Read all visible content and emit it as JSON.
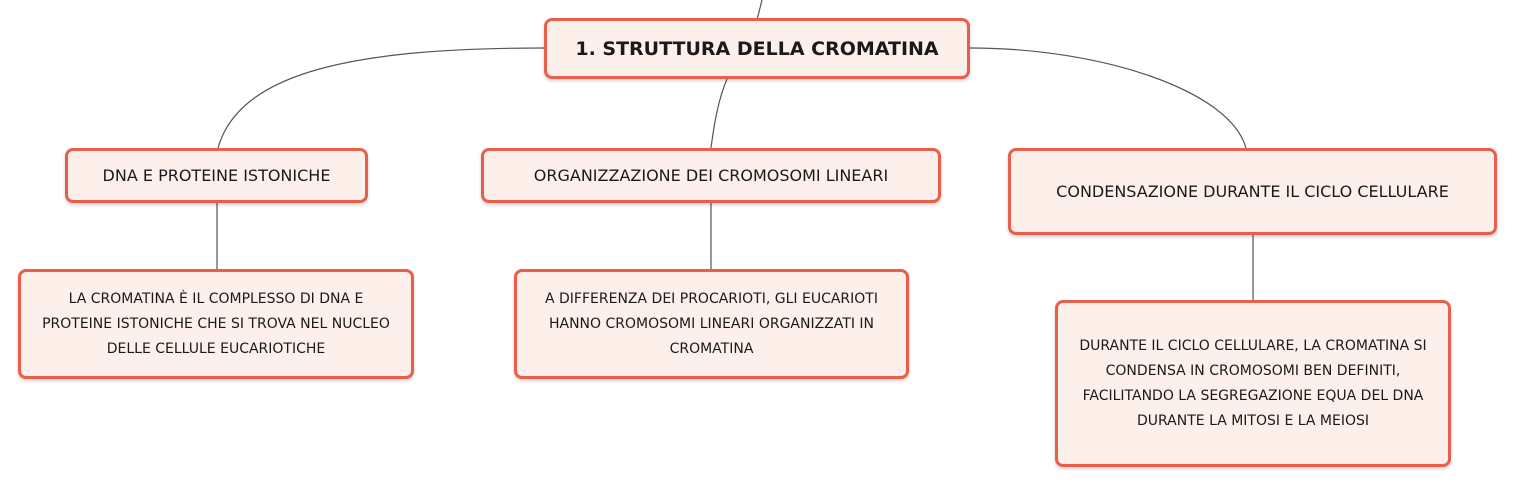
{
  "map": {
    "root": "1. STRUTTURA DELLA CROMATINA",
    "branches": [
      {
        "title": "DNA E PROTEINE ISTONICHE",
        "detail": "LA CROMATINA È IL COMPLESSO DI DNA E PROTEINE ISTONICHE CHE SI TROVA NEL NUCLEO DELLE CELLULE EUCARIOTICHE"
      },
      {
        "title": "ORGANIZZAZIONE DEI CROMOSOMI LINEARI",
        "detail": "A DIFFERENZA DEI PROCARIOTI, GLI EUCARIOTI HANNO CROMOSOMI LINEARI ORGANIZZATI IN CROMATINA"
      },
      {
        "title": "CONDENSAZIONE DURANTE IL CICLO CELLULARE",
        "detail": "DURANTE IL CICLO CELLULARE, LA CROMATINA SI CONDENSA IN CROMOSOMI BEN DEFINITI, FACILITANDO LA SEGREGAZIONE EQUA DEL DNA DURANTE LA MITOSI E LA MEIOSI"
      }
    ]
  },
  "colors": {
    "node_border": "#e8604c",
    "node_fill": "#fdf0ea",
    "connector": "#555555"
  }
}
